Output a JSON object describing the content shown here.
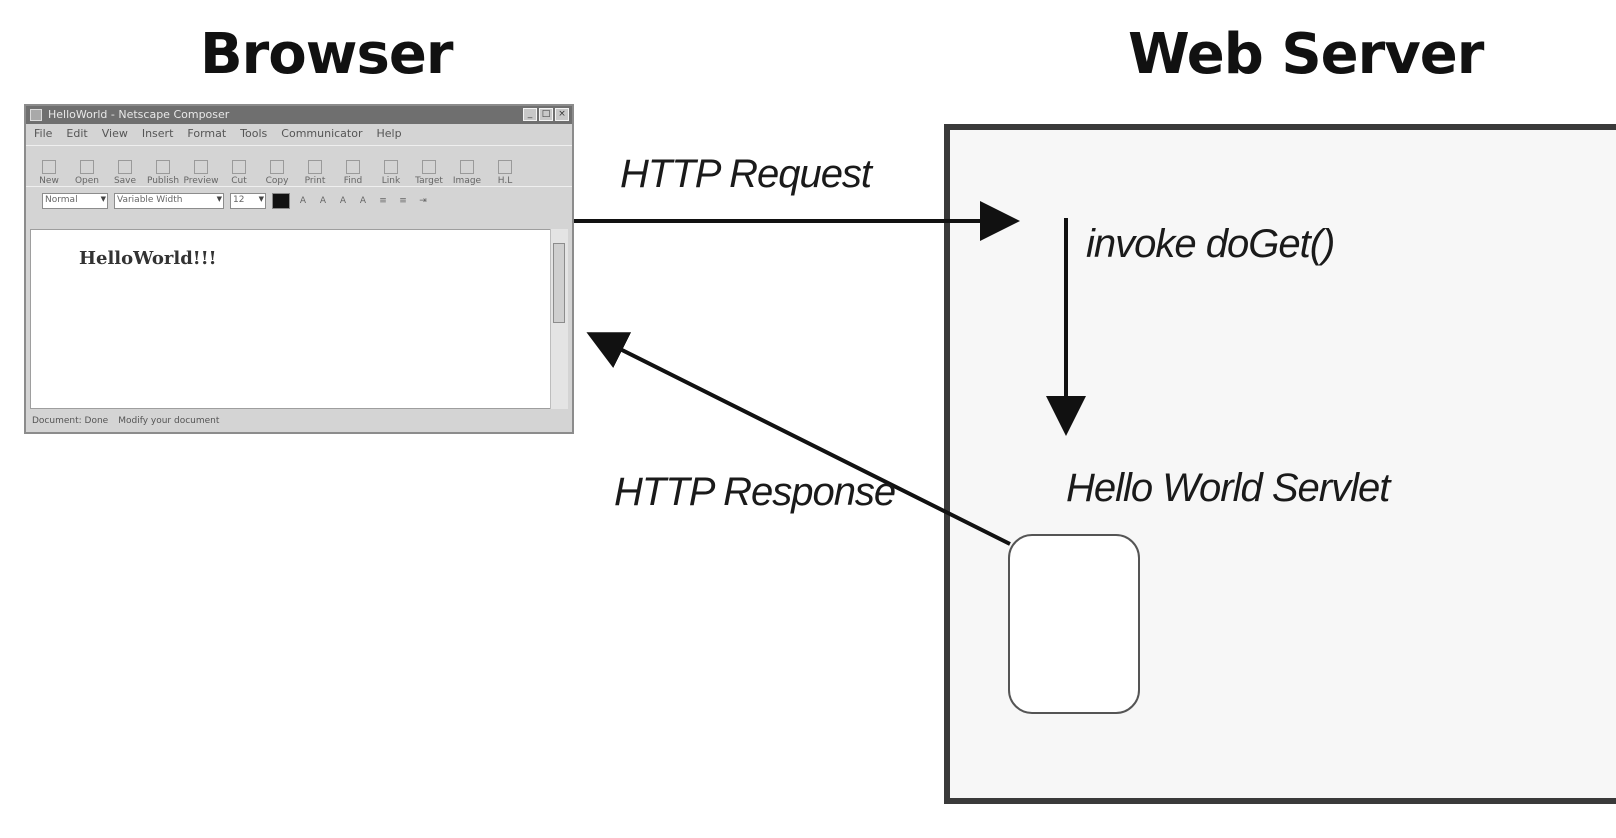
{
  "titles": {
    "browser": "Browser",
    "server": "Web Server"
  },
  "browser": {
    "window_title": "HelloWorld - Netscape Composer",
    "menu": [
      "File",
      "Edit",
      "View",
      "Insert",
      "Format",
      "Tools",
      "Communicator",
      "Help"
    ],
    "toolbar": [
      "New",
      "Open",
      "Save",
      "Publish",
      "Preview",
      "Cut",
      "Copy",
      "Print",
      "Find",
      "Link",
      "Target",
      "Image",
      "H.L"
    ],
    "format": {
      "style": "Normal",
      "font": "Variable Width",
      "size": "12"
    },
    "page_text": "HelloWorld!!!",
    "status": {
      "left": "Document: Done",
      "right": "Modify your document"
    }
  },
  "labels": {
    "request": "HTTP Request",
    "response": "HTTP Response",
    "invoke": "invoke doGet()",
    "servlet": "Hello World Servlet"
  },
  "colors": {
    "line": "#111111",
    "server_border": "#3a3a3a",
    "server_fill": "#f7f7f7"
  }
}
